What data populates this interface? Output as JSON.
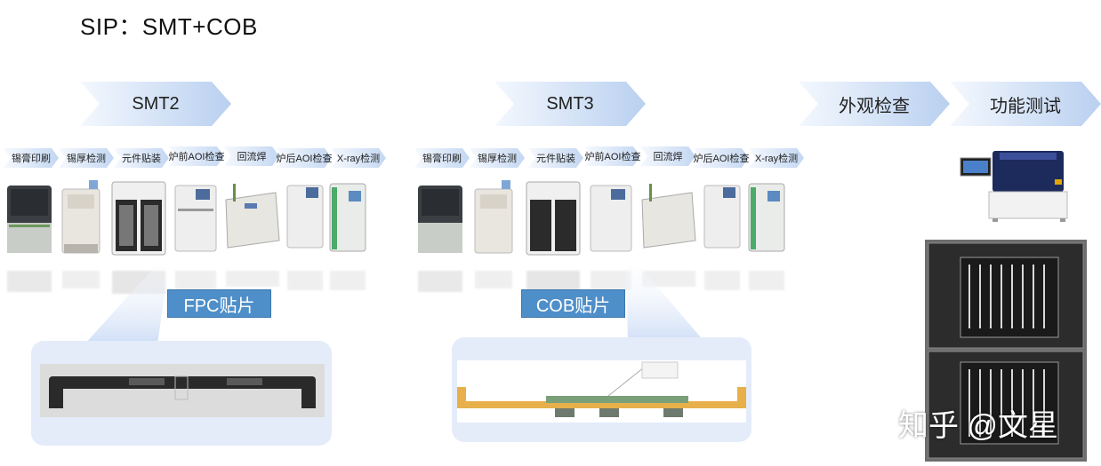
{
  "title": "SIP：SMT+COB",
  "stage_arrows": [
    {
      "label": "SMT2"
    },
    {
      "label": "SMT3"
    },
    {
      "label": "外观检查"
    },
    {
      "label": "功能测试"
    }
  ],
  "smt2_steps": [
    "锡膏印刷",
    "锡厚检测",
    "元件贴装",
    "炉前AOI检查",
    "回流焊",
    "炉后AOI检查",
    "X-ray检测"
  ],
  "smt3_steps": [
    "锡膏印刷",
    "锡厚检测",
    "元件贴装",
    "炉前AOI检查",
    "回流焊",
    "炉后AOI检查",
    "X-ray检测"
  ],
  "labels": {
    "fpc": "FPC贴片",
    "cob": "COB贴片"
  },
  "watermark": "知乎 @文星",
  "colors": {
    "arrow_light": "#f4f8fe",
    "arrow_dark": "#b9d0f0",
    "label_blue": "#4f8fc9",
    "panel": "#e4ecfa"
  }
}
